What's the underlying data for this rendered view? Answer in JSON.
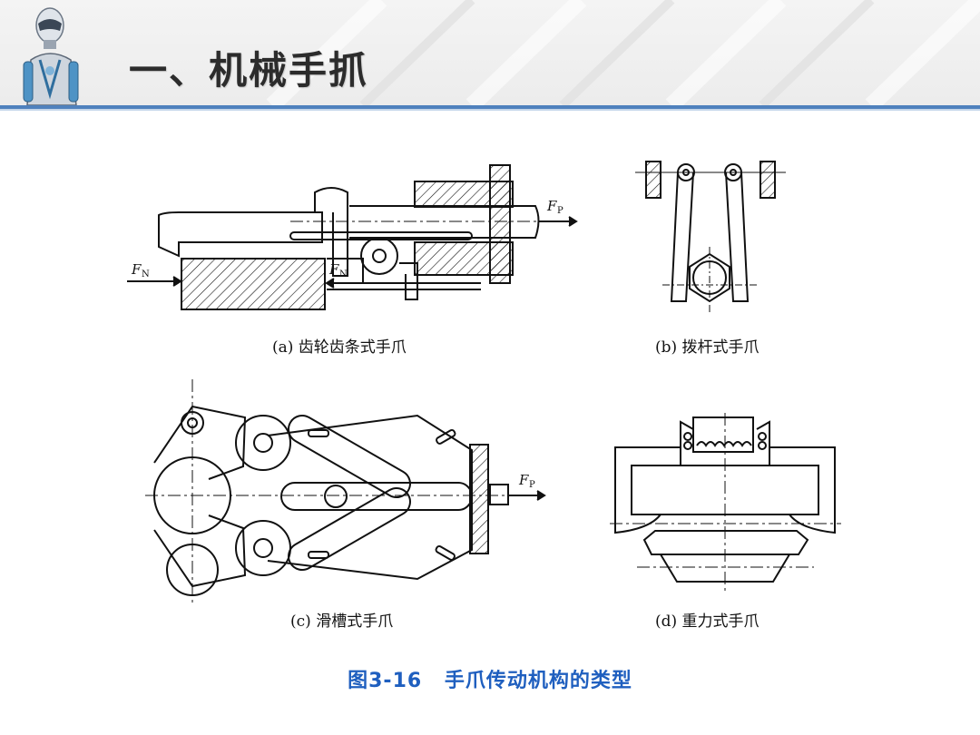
{
  "slide": {
    "title": "一、机械手抓"
  },
  "figures": {
    "a": {
      "caption": "(a) 齿轮齿条式手爪",
      "force_labels": [
        "F",
        "F",
        "F"
      ],
      "force_subs": [
        "N",
        "N",
        "P"
      ]
    },
    "b": {
      "caption": "(b) 拨杆式手爪"
    },
    "c": {
      "caption": "(c) 滑槽式手爪",
      "force_label": "F",
      "force_sub": "P"
    },
    "d": {
      "caption": "(d) 重力式手爪"
    }
  },
  "figure_title": {
    "number": "图3-16",
    "text": "手爪传动机构的类型"
  },
  "colors": {
    "accent_bar": "#4f81bd",
    "caption_blue": "#1f5fbf"
  },
  "icons": [
    "robot-icon"
  ]
}
